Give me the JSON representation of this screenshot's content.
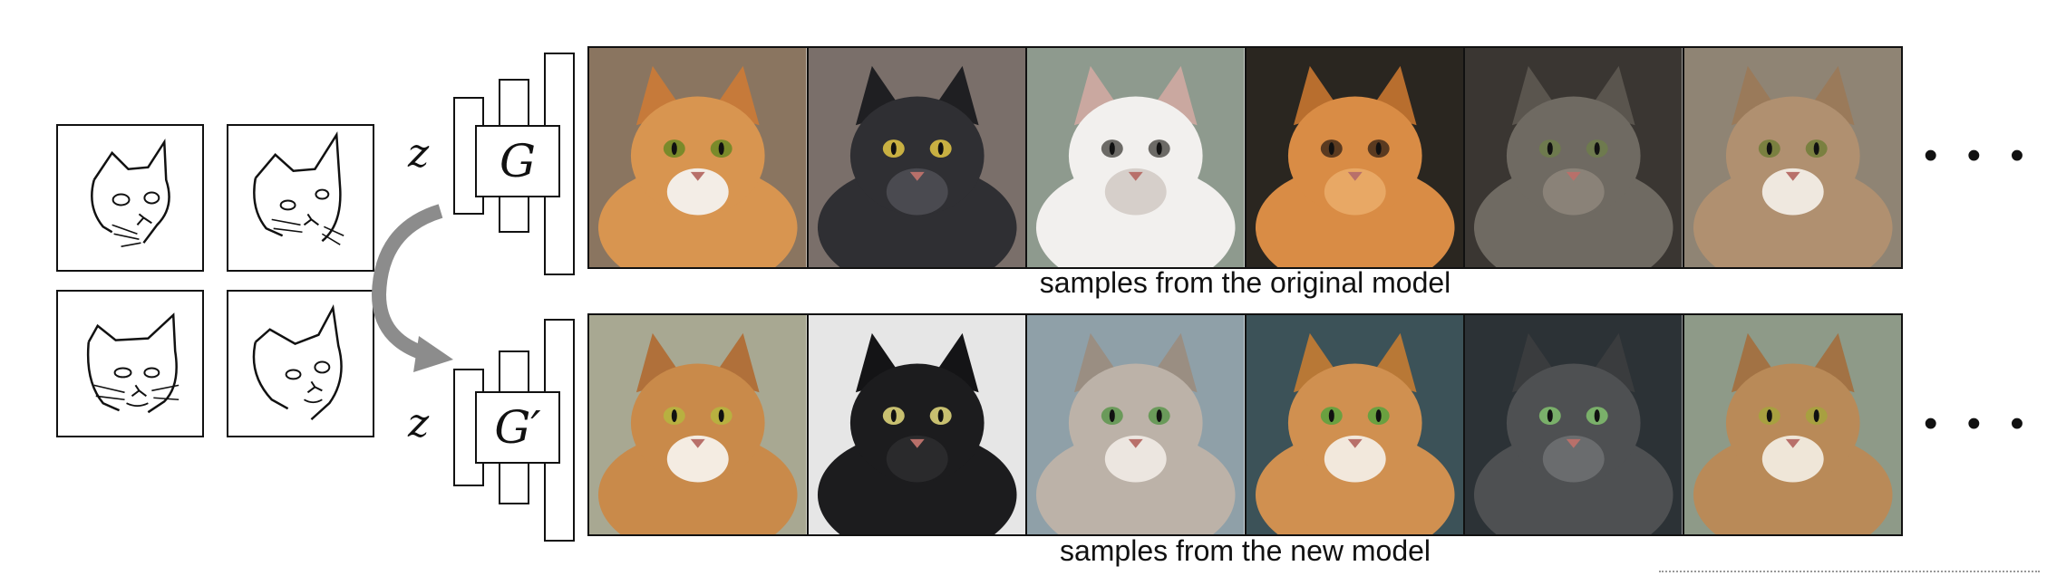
{
  "generators": {
    "original": {
      "label": "G",
      "input": "z"
    },
    "new": {
      "label": "G′",
      "input": "z"
    }
  },
  "sketch_icons": [
    "cat-sketch-icon",
    "cat-sketch-icon",
    "cat-sketch-icon",
    "cat-sketch-icon"
  ],
  "captions": {
    "top": "samples from the original model",
    "bottom": "samples from the new model"
  },
  "ellipsis": "• • •",
  "colors": {
    "arrow": "#8c8c8c",
    "outline": "#111111"
  },
  "samples_top": [
    {
      "bg": "#8a7560",
      "fur": "#d89550",
      "accent": "#f3ede6",
      "ear": "#c67a3a",
      "eye": "#7a8a2a"
    },
    {
      "bg": "#7a6f6a",
      "fur": "#2f2f33",
      "accent": "#4a4a50",
      "ear": "#1f1f22",
      "eye": "#c8b042"
    },
    {
      "bg": "#8e9a8e",
      "fur": "#f2f0ee",
      "accent": "#d6cfca",
      "ear": "#caa8a0",
      "eye": "#6c6a66"
    },
    {
      "bg": "#2a2620",
      "fur": "#d98c45",
      "accent": "#e8a865",
      "ear": "#b86e2e",
      "eye": "#5a3a20"
    },
    {
      "bg": "#3a3632",
      "fur": "#6f6a62",
      "accent": "#8a8278",
      "ear": "#5a554e",
      "eye": "#6e7a4e"
    },
    {
      "bg": "#8f8474",
      "fur": "#b09070",
      "accent": "#efe8df",
      "ear": "#9a7a5a",
      "eye": "#7a8040"
    }
  ],
  "samples_bottom": [
    {
      "bg": "#a8a892",
      "fur": "#c98a4a",
      "accent": "#f4ece2",
      "ear": "#b0703a",
      "eye": "#b8b040"
    },
    {
      "bg": "#e6e6e6",
      "fur": "#1c1c1e",
      "accent": "#2a2a2c",
      "ear": "#141416",
      "eye": "#c8c070"
    },
    {
      "bg": "#8fa0a8",
      "fur": "#bcb2a8",
      "accent": "#ece6e0",
      "ear": "#9a8e82",
      "eye": "#6a9a5a"
    },
    {
      "bg": "#3c5258",
      "fur": "#d09050",
      "accent": "#f2e8dc",
      "ear": "#b87836",
      "eye": "#6aa040"
    },
    {
      "bg": "#2c3236",
      "fur": "#4e5052",
      "accent": "#6a6c6e",
      "ear": "#3a3c3e",
      "eye": "#7ab06a"
    },
    {
      "bg": "#8e9a88",
      "fur": "#b98a58",
      "accent": "#efe6d8",
      "ear": "#a27244",
      "eye": "#a8a040"
    }
  ]
}
